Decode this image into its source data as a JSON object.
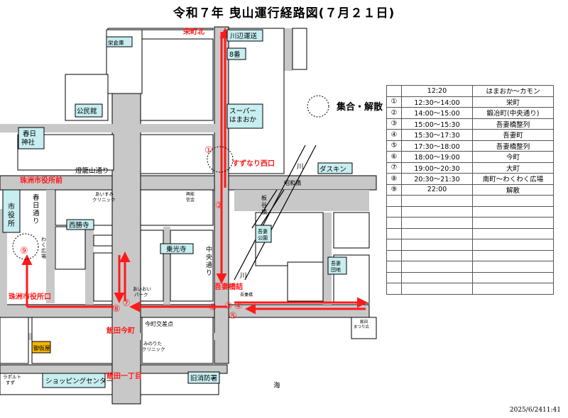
{
  "title": "令和７年 曳山運行経路図(７月２１日)",
  "legend_label": "集合・解散",
  "timestamp": "2025/6/2411:41",
  "labels": {
    "sakaemachi_kita": "栄町北",
    "kawabe_unso": "川辺運送",
    "eight_ban": "8番",
    "sakae_sokoko": "栄倉庫",
    "kominkan": "公民館",
    "super_hamaoka": "スーパー\nはまおか",
    "kasuga_jinja": "春日\n神社",
    "tokanzan_dori": "燈籠山通り",
    "suzunari_nishiguchi": "すずなり西口",
    "kawa1": "川",
    "daskin": "ダスキン",
    "suzushi_yakushomae": "珠洲市役所前",
    "aisumi_clinic": "あいすみ\nクリニック",
    "ichiba": "興能\n信金",
    "showabashi": "昭和橋",
    "kasuga_dori": "春\n日\n通\nり",
    "itaya_bashi": "板\n谷\n橋",
    "shiyakusho": "市\n役\n所",
    "waku_hiroba": "わ\nく\n広\n場",
    "saishoji": "西勝寺",
    "jokoji": "乗光寺",
    "chuo_dori": "中\n央\n通\nり",
    "azuma_koen": "吾妻\n公園",
    "azuma_danchi": "吾妻\n団地",
    "kawa2": "川",
    "aioi_park": "あいおい\nパーク",
    "suzushi_yakushoguchi": "珠洲市役所口",
    "azumabashi_zume": "吾妻橋詰",
    "azumabashi": "吾妻橋",
    "imamachi_kosaten": "今町交差点",
    "iidakomachi": "飯田今町",
    "minori_clinic": "みのりた\nクリニック",
    "otabisho": "御仮屋",
    "rapolto": "ラポルト\nすず",
    "shopping_center": "ショッピングセンター",
    "iida_itchome": "飯田一丁目",
    "kyu_shobosho": "旧消防署",
    "umi": "海",
    "ido_matsuri": "飯田\nまつり広"
  },
  "markers": [
    "①",
    "②",
    "③",
    "④",
    "⑤",
    "⑥",
    "⑦",
    "⑧",
    "⑨"
  ],
  "schedule": [
    {
      "no": "",
      "time": "12:20",
      "place": "はまおか～カモン"
    },
    {
      "no": "①",
      "time": "12:30～14:00",
      "place": "栄町"
    },
    {
      "no": "②",
      "time": "14:00～15:00",
      "place": "鍛冶町(中央通り)"
    },
    {
      "no": "③",
      "time": "15:00～15:30",
      "place": "吾妻橋整列"
    },
    {
      "no": "④",
      "time": "15:30～17:30",
      "place": "吾妻町"
    },
    {
      "no": "⑤",
      "time": "17:30～18:00",
      "place": "吾妻橋整列"
    },
    {
      "no": "⑥",
      "time": "18:00～19:00",
      "place": "今町"
    },
    {
      "no": "⑦",
      "time": "19:00～20:30",
      "place": "大町"
    },
    {
      "no": "⑧",
      "time": "20:30～21:30",
      "place": "南町～わくわく広場"
    },
    {
      "no": "⑨",
      "time": "22:00",
      "place": "解散"
    },
    {
      "no": "",
      "time": "",
      "place": ""
    },
    {
      "no": "",
      "time": "",
      "place": ""
    },
    {
      "no": "",
      "time": "",
      "place": ""
    },
    {
      "no": "",
      "time": "",
      "place": ""
    },
    {
      "no": "",
      "time": "",
      "place": ""
    },
    {
      "no": "",
      "time": "",
      "place": ""
    },
    {
      "no": "",
      "time": "",
      "place": ""
    },
    {
      "no": "",
      "time": "",
      "place": ""
    },
    {
      "no": "",
      "time": "",
      "place": ""
    }
  ],
  "colors": {
    "route": "#ff1a1a",
    "road": "#c8c8c8",
    "block": "#ffffff",
    "label_fill": "#c7eef0",
    "otabisho_fill": "#f4b400"
  }
}
